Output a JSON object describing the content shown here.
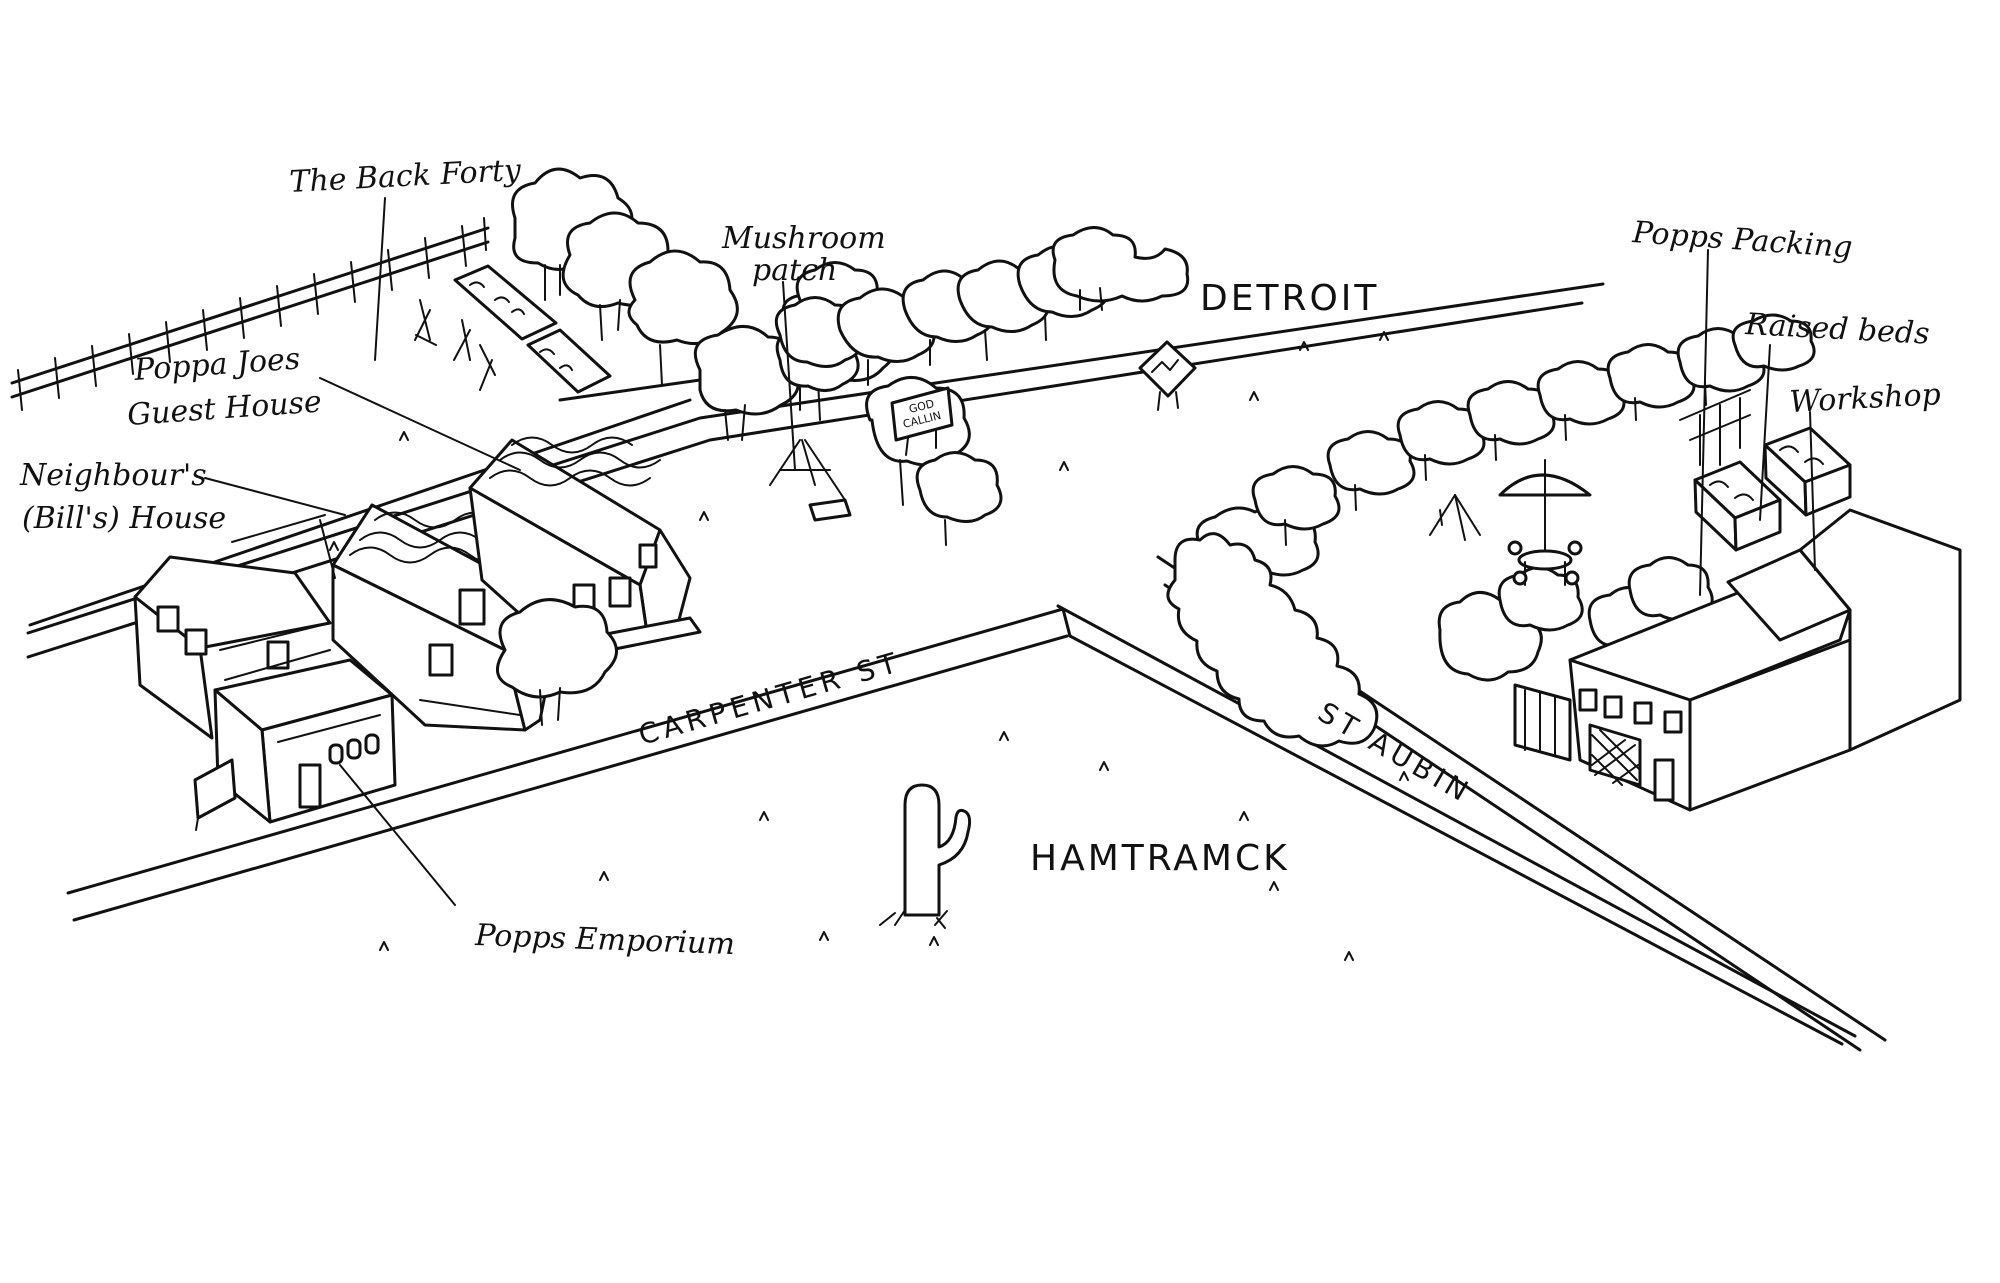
{
  "map": {
    "labels": {
      "back_forty": "The Back Forty",
      "mushroom_patch_line1": "Mushroom",
      "mushroom_patch_line2": "patch",
      "poppa_joes_line1": "Poppa Joes",
      "poppa_joes_line2": "Guest House",
      "neighbours_line1": "Neighbour's",
      "neighbours_line2": "(Bill's) House",
      "popps_packing": "Popps Packing",
      "raised_beds": "Raised beds",
      "workshop": "Workshop",
      "popps_emporium": "Popps Emporium"
    },
    "areas": {
      "north": "DETROIT",
      "south": "HAMTRAMCK"
    },
    "streets": {
      "carpenter": "CARPENTER ST",
      "st_aubin": "ST AUBIN"
    },
    "signs": {
      "god_line1": "GOD",
      "god_line2": "CALLIN"
    },
    "colors": {
      "ink": "#111111",
      "paper": "#ffffff"
    }
  }
}
